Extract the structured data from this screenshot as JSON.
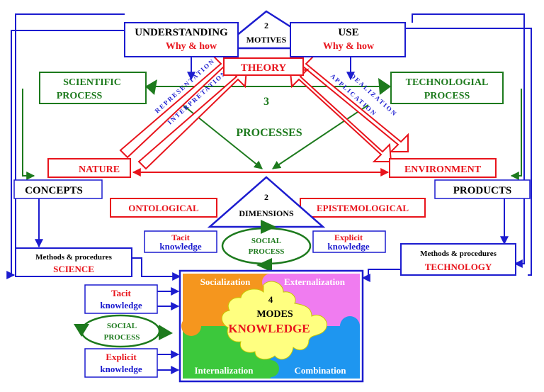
{
  "top_triangle": {
    "number": "2",
    "label": "MOTIVES"
  },
  "understanding": {
    "title": "UNDERSTANDING",
    "sub": "Why & how"
  },
  "use": {
    "title": "USE",
    "sub": "Why & how"
  },
  "theory": "THEORY",
  "scientific_process": {
    "line1": "SCIENTIFIC",
    "line2": "PROCESS"
  },
  "technological_process": {
    "line1": "TECHNOLOGIAL",
    "line2": "PROCESS"
  },
  "processes": {
    "number": "3",
    "label": "PROCESSES"
  },
  "left_arrows": {
    "representation": "REPRESENTATION",
    "interpretation": "INTERPRETATION"
  },
  "right_arrows": {
    "application": "APPLICATION",
    "idealization": "IDEALIZATION"
  },
  "nature": "NATURE",
  "environment": "ENVIRONMENT",
  "concepts": "CONCEPTS",
  "products": "PRODUCTS",
  "dimensions": {
    "number": "2",
    "label": "DIMENSIONS"
  },
  "ontological": "ONTOLOGICAL",
  "epistemological": "EPISTEMOLOGICAL",
  "tacit_top": {
    "line1": "Tacit",
    "line2": "knowledge"
  },
  "explicit_top": {
    "line1": "Explicit",
    "line2": "knowledge"
  },
  "social_process_top": {
    "line1": "SOCIAL",
    "line2": "PROCESS"
  },
  "science_box": {
    "line1": "Methods & procedures",
    "line2": "SCIENCE"
  },
  "technology_box": {
    "line1": "Methods & procedures",
    "line2": "TECHNOLOGY"
  },
  "tacit_left": {
    "line1": "Tacit",
    "line2": "knowledge"
  },
  "social_process_left": {
    "line1": "SOCIAL",
    "line2": "PROCESS"
  },
  "explicit_left": {
    "line1": "Explicit",
    "line2": "knowledge"
  },
  "modes": {
    "number": "4",
    "label": "MODES",
    "knowledge": "KNOWLEDGE",
    "socialization": "Socialization",
    "externalization": "Externalization",
    "internalization": "Internalization",
    "combination": "Combination"
  },
  "colors": {
    "blue": "#1c1ccf",
    "red": "#e8141c",
    "green": "#1d7a1d",
    "orange": "#f5961e",
    "magenta": "#f07cf0",
    "lime": "#3cc83c",
    "sky": "#1e96f0",
    "yellow": "#ffff80"
  }
}
